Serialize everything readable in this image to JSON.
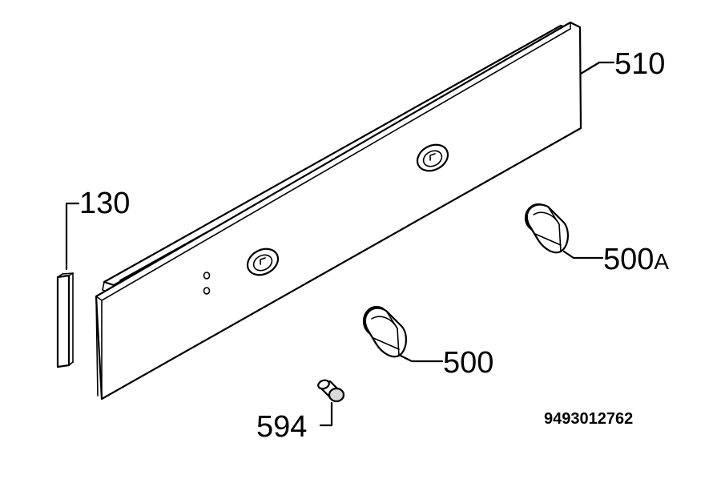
{
  "labels": {
    "panel": "510",
    "gasket": "130",
    "knob_a": "500",
    "knob_a_suffix": "A",
    "knob": "500",
    "screw": "594"
  },
  "document_number": "9493012762"
}
